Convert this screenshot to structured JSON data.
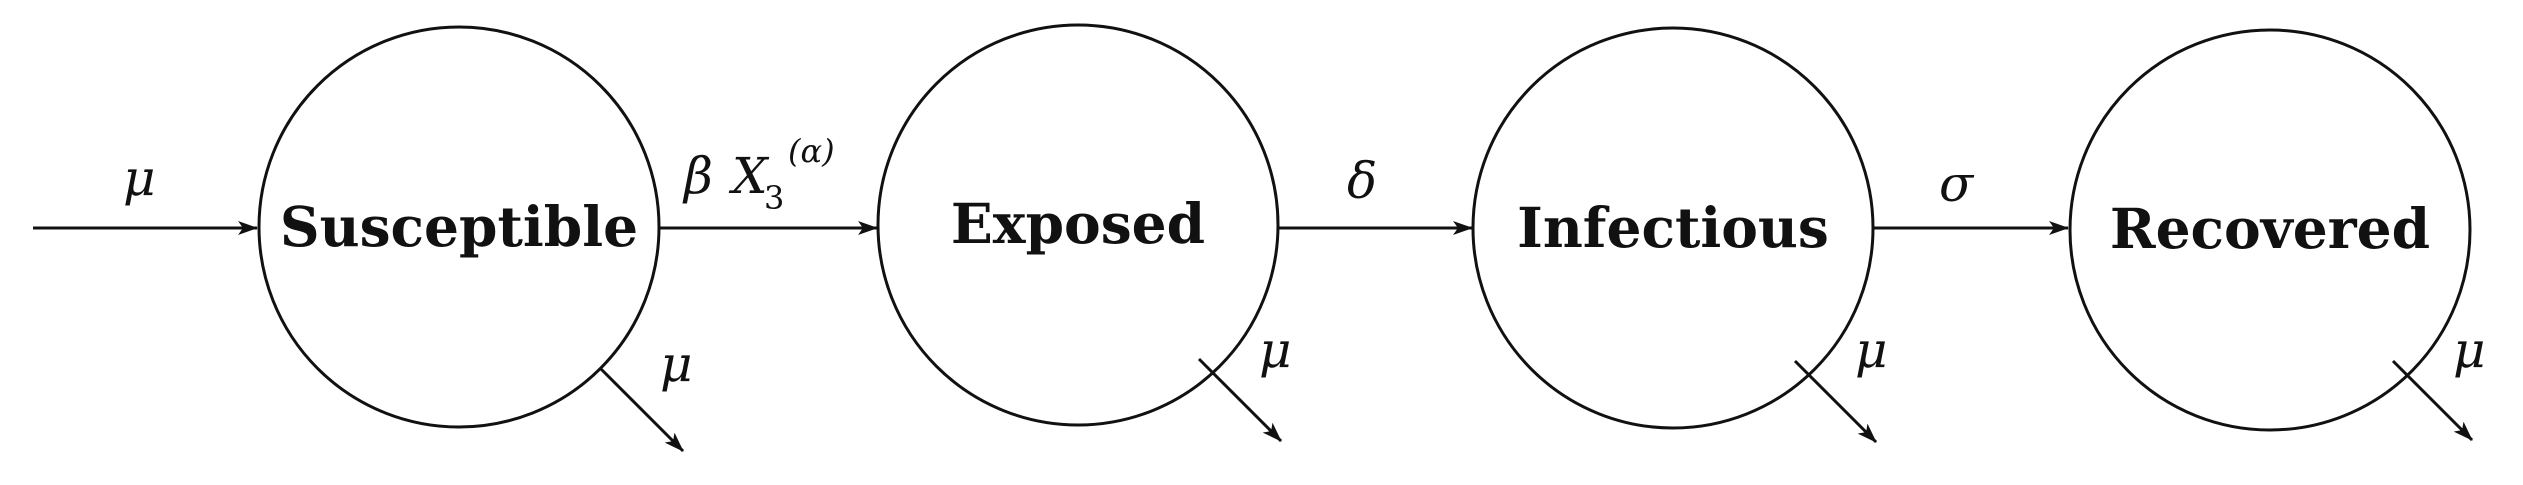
{
  "nodes": {
    "susceptible": "Susceptible",
    "exposed": "Exposed",
    "infectious": "Infectious",
    "recovered": "Recovered"
  },
  "rates": {
    "birth": "μ",
    "infection_coef": "β",
    "infection_var": "X",
    "infection_sub": "3",
    "infection_sup": "(α)",
    "incubation": "δ",
    "recovery": "σ",
    "death_susceptible": "μ",
    "death_exposed": "μ",
    "death_infectious": "μ",
    "death_recovered": "μ"
  },
  "colors": {
    "stroke": "#111111",
    "fill": "#ffffff"
  }
}
